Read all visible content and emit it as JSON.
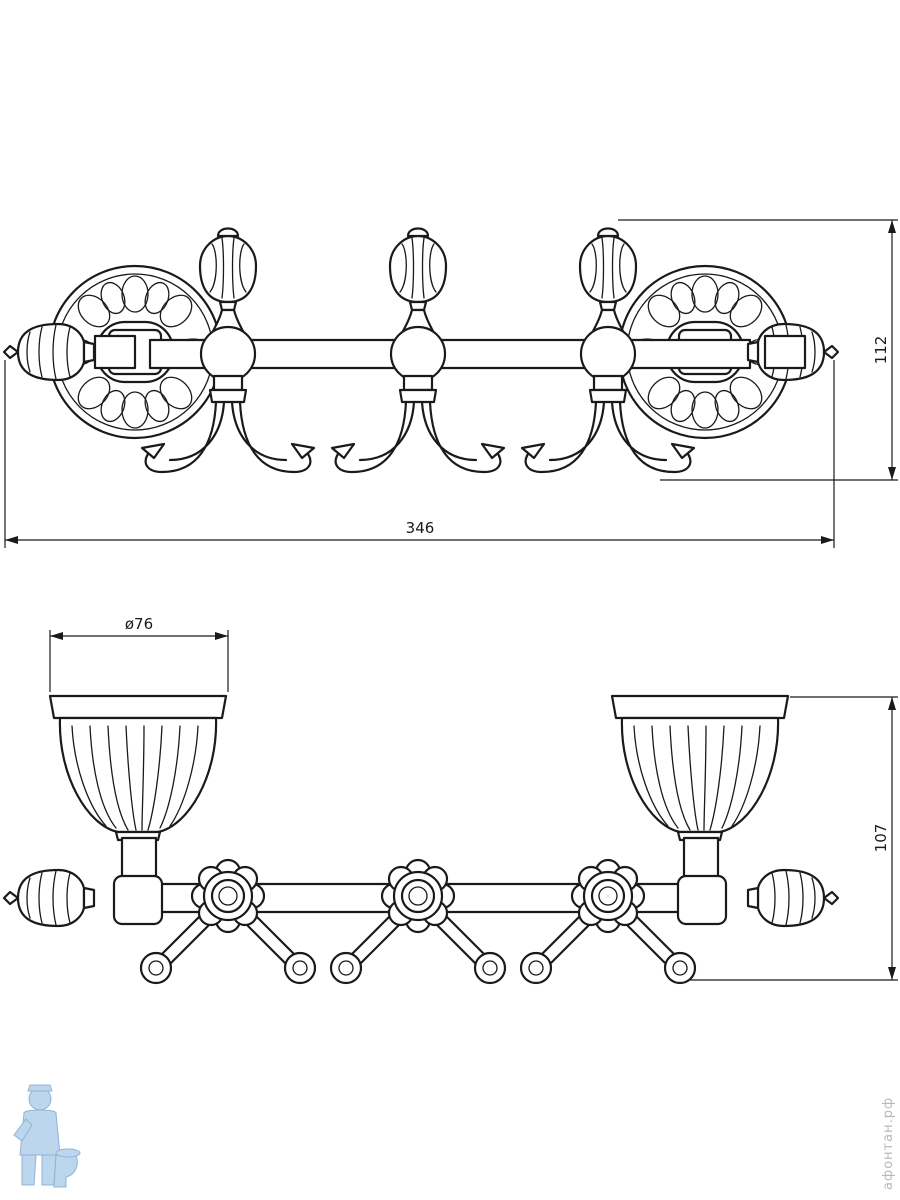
{
  "front_view": {
    "width_label": "346",
    "height_label": "112"
  },
  "top_view": {
    "diameter_label": "ø76",
    "depth_label": "107"
  },
  "watermark": {
    "text": "афонтан.рф",
    "logo_icon": "plumber-mascot-icon"
  },
  "colors": {
    "line": "#1a1a1a",
    "watermark": "#b8b8b8",
    "logo": "#bcd6ee"
  }
}
